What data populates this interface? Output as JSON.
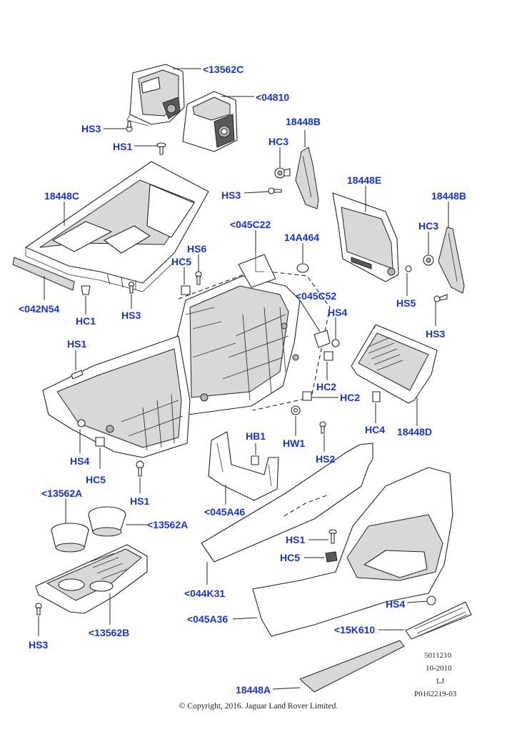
{
  "callouts": {
    "c13562C": "<13562C",
    "c04810": "<04810",
    "hs3_a": "HS3",
    "hs1_a": "HS1",
    "c18448B_a": "18448B",
    "hc3_a": "HC3",
    "hs3_b": "HS3",
    "c18448C": "18448C",
    "c18448E": "18448E",
    "c18448B_b": "18448B",
    "c045C22": "<045C22",
    "c14A464": "14A464",
    "hs6": "HS6",
    "hc3_b": "HC3",
    "hc5_a": "HC5",
    "c042N54": "<042N54",
    "hc1": "HC1",
    "hs3_c": "HS3",
    "c045C52": "<045C52",
    "hs5": "HS5",
    "hs4_a": "HS4",
    "hs3_d": "HS3",
    "hs1_b": "HS1",
    "hc2_a": "HC2",
    "hc2_b": "HC2",
    "hc4": "HC4",
    "c18448D": "18448D",
    "hb1": "HB1",
    "hw1": "HW1",
    "hs2": "HS2",
    "hs4_b": "HS4",
    "hc5_b": "HC5",
    "hs1_c": "HS1",
    "c045A46": "<045A46",
    "c13562A_a": "<13562A",
    "c13562A_b": "<13562A",
    "hs1_d": "HS1",
    "hc5_c": "HC5",
    "c044K31": "<044K31",
    "hs4_c": "HS4",
    "c045A36": "<045A36",
    "c15K610": "<15K610",
    "c18448A": "18448A",
    "hs3_e": "HS3",
    "c13562B": "<13562B"
  },
  "reference": {
    "line1": "5011210",
    "line2": "10-2010",
    "line3": "LJ",
    "line4": "P0162219-03"
  },
  "copyright": "© Copyright, 2016. Jaguar Land Rover Limited.",
  "colors": {
    "callout": "#1a33c8",
    "line": "#222222",
    "shade": "#d8d8d8"
  }
}
